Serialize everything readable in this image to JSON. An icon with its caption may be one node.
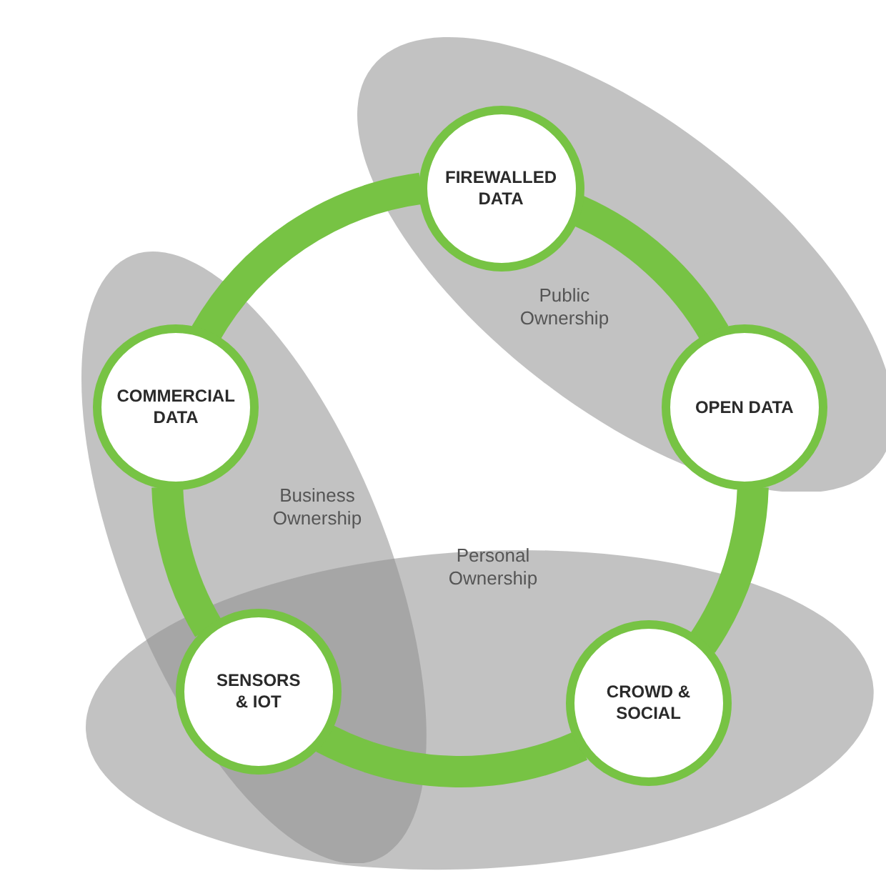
{
  "diagram": {
    "nodes": [
      {
        "text": [
          "Public Ownership"
        ]
      },
      {
        "text": [
          "FIREWALLED DATA"
        ],
        "in": 0
      },
      {
        "text": [
          "COMMERCIAL DATA"
        ],
        "in": 4
      },
      {
        "text": [
          "OPEN DATA"
        ],
        "in": 0
      },
      {
        "text": [
          "Business Ownership"
        ]
      },
      {
        "text": [
          "Personal Ownership"
        ]
      },
      {
        "text": [
          "SENSORS & IOT"
        ]
      },
      {
        "text": [
          "CROWD & SOCIAL"
        ],
        "in": 5
      }
    ],
    "edges": [
      {
        "from": 1,
        "to": 3,
        "arrow": "none"
      },
      {
        "from": 3,
        "to": 7,
        "arrow": "none"
      },
      {
        "from": 7,
        "to": 6,
        "arrow": "none"
      },
      {
        "from": 6,
        "to": 2,
        "arrow": "none"
      },
      {
        "from": 2,
        "to": 1,
        "arrow": "none"
      }
    ]
  }
}
